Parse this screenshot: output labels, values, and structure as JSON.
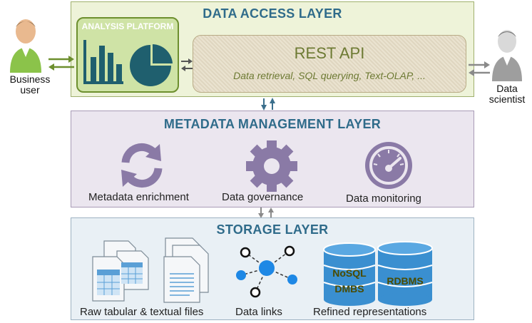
{
  "layers": {
    "data_access": "DATA ACCESS LAYER",
    "metadata": "METADATA MANAGEMENT LAYER",
    "storage": "STORAGE LAYER"
  },
  "analysis_platform": "ANALYSIS PLATFORM",
  "rest_api": {
    "title": "REST API",
    "subtitle": "Data retrieval, SQL querying, Text-OLAP, ..."
  },
  "actors": {
    "business_user_line1": "Business",
    "business_user_line2": "user",
    "data_scientist_line1": "Data",
    "data_scientist_line2": "scientist"
  },
  "metadata_items": {
    "enrichment": "Metadata enrichment",
    "governance": "Data governance",
    "monitoring": "Data monitoring"
  },
  "storage_items": {
    "raw_files": "Raw tabular & textual files",
    "data_links": "Data links",
    "refined": "Refined representations",
    "nosql_line1": "NoSQL",
    "nosql_line2": "DMBS",
    "rdbms": "RDBMS"
  },
  "colors": {
    "layer_title": "#2f6b8a",
    "analysis_green": "#6d8f2e",
    "icon_purple": "#8a7aa6",
    "db_blue": "#3a8fd0",
    "arrow_teal": "#3b6f8c"
  }
}
